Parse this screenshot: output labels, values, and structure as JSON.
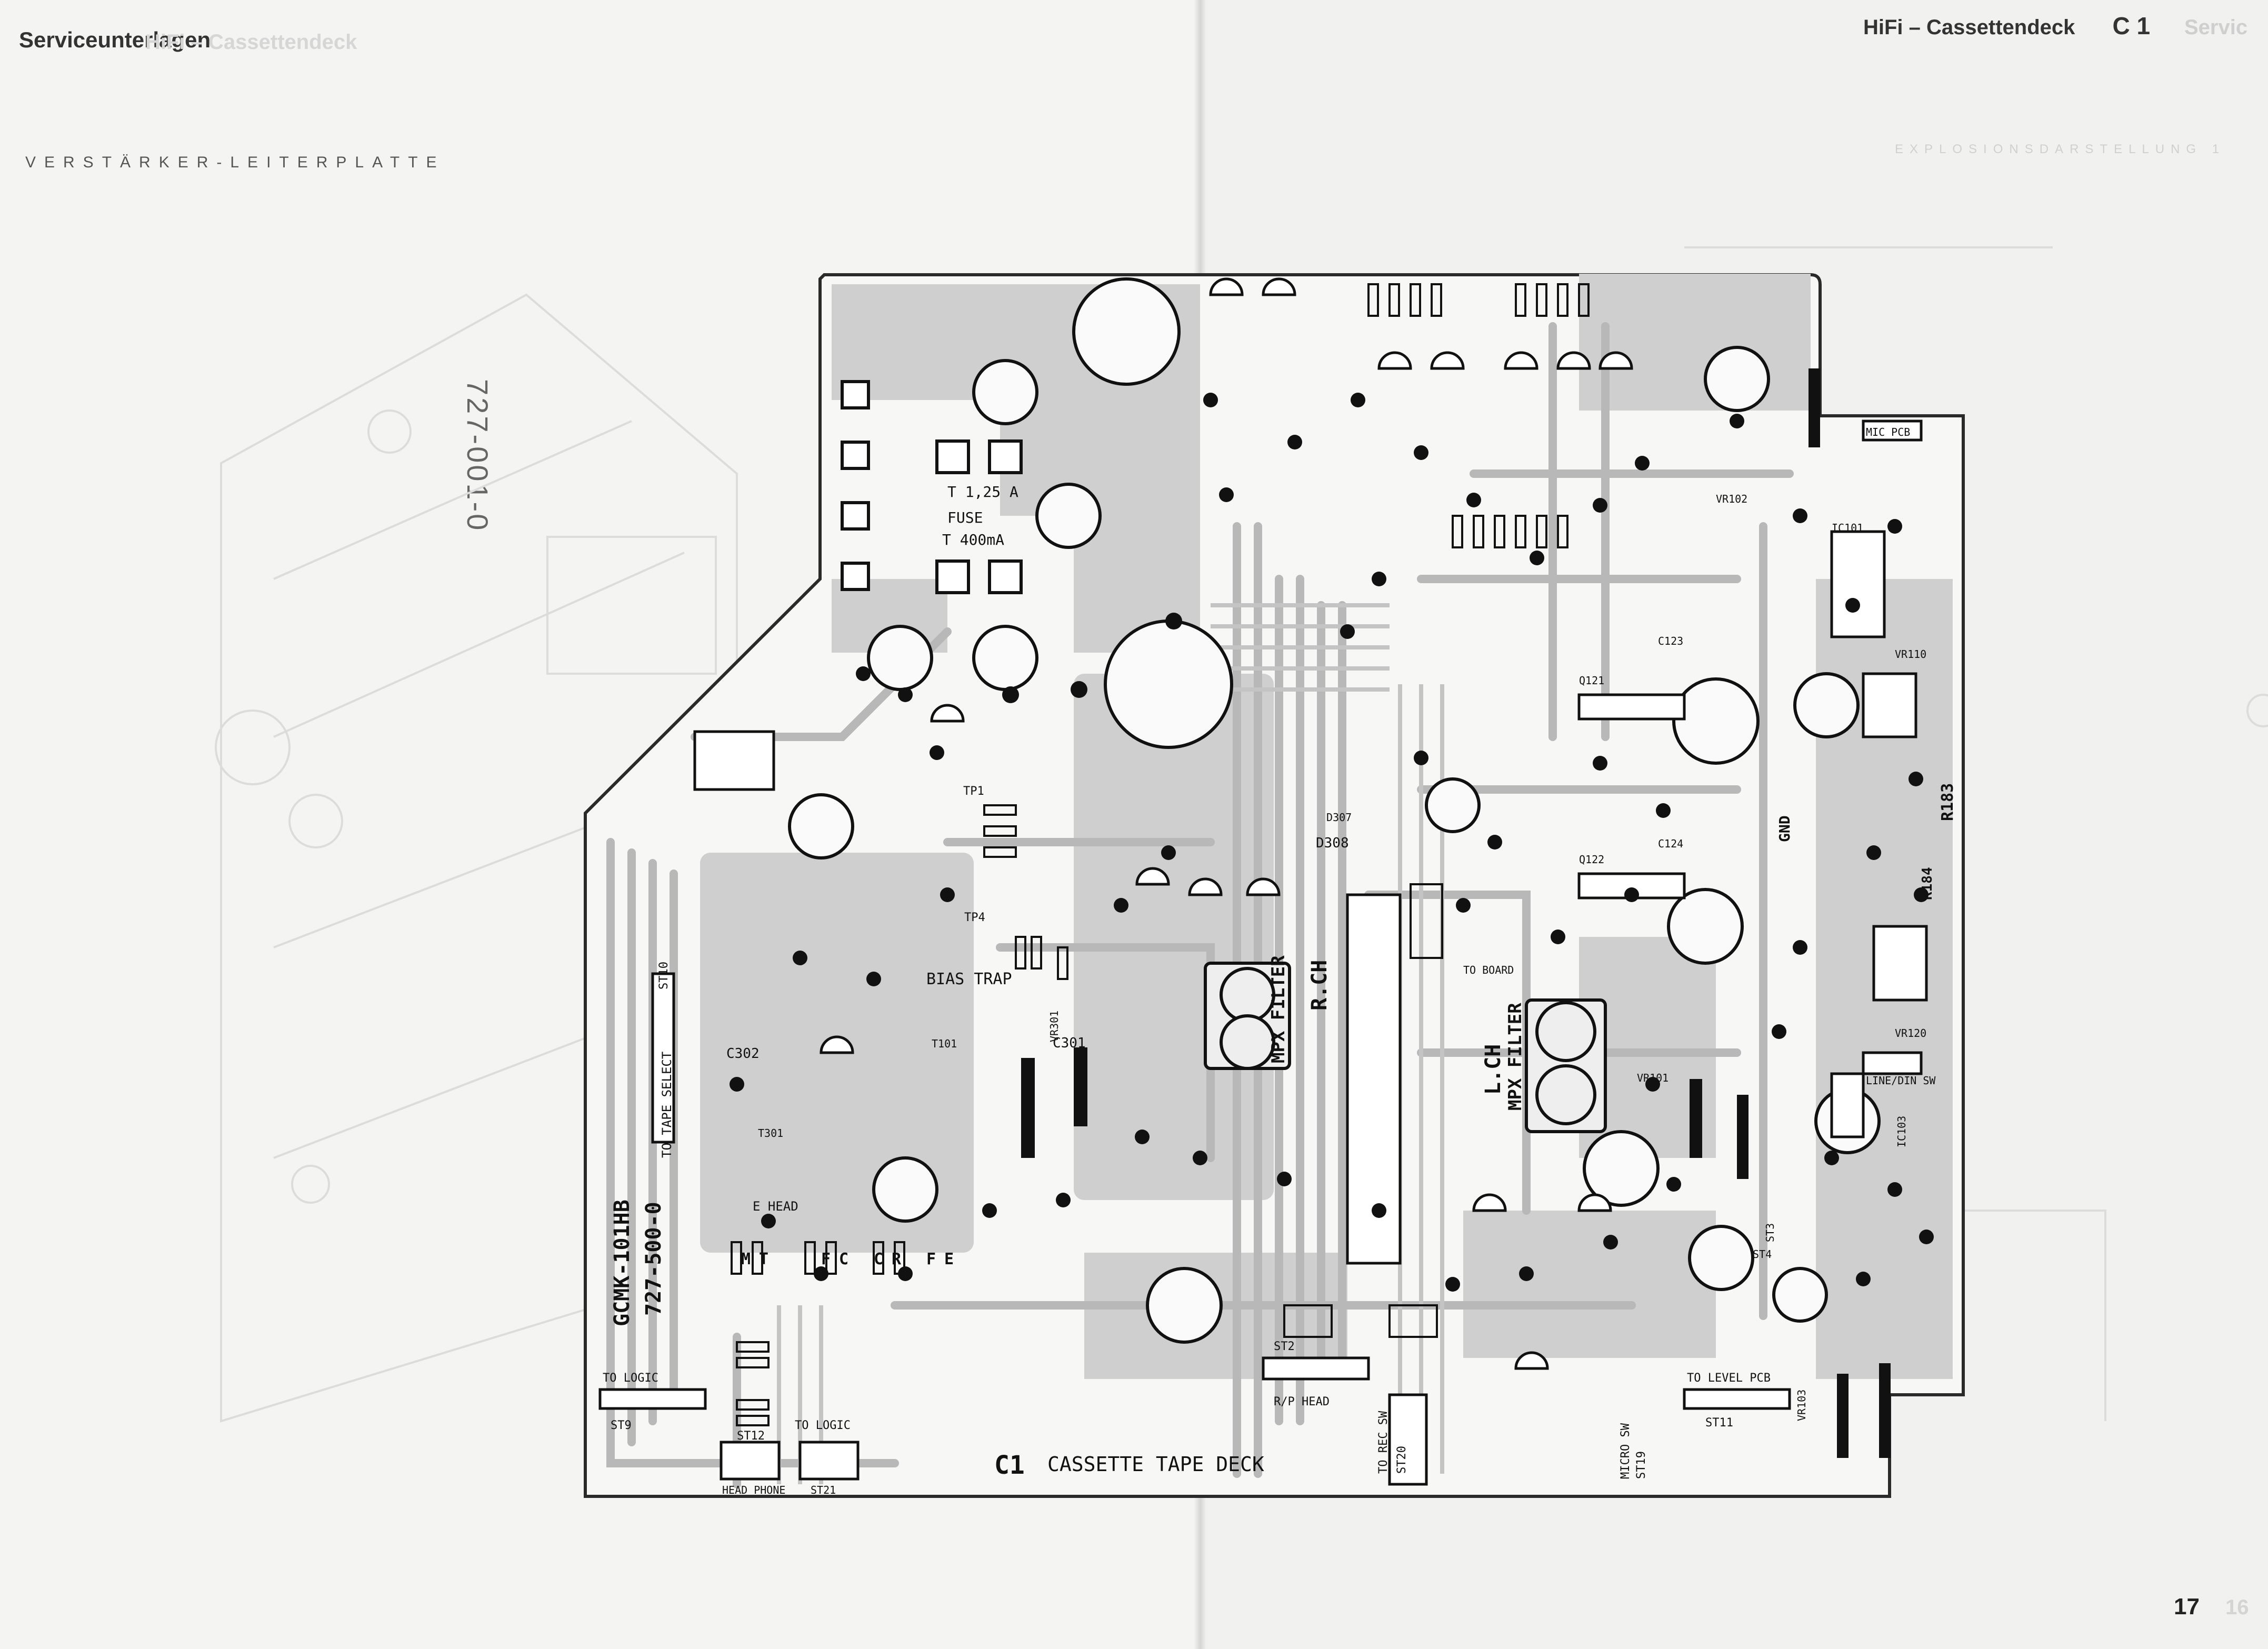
{
  "header": {
    "left_title": "Serviceunterlagen",
    "left_ghost": "HiFi – Cassettendeck",
    "right_title": "HiFi – Cassettendeck",
    "right_section": "C 1",
    "right_ghost": "Servic"
  },
  "subtitle": "VERSTÄRKER-LEITERPLATTE",
  "ghost_caption": "EXPLOSIONSDARSTELLUNG 1",
  "page_number": "17",
  "page_number_ghost": "16",
  "drawing_code": "727-001-0",
  "board": {
    "title": "C1",
    "name": "CASSETTE TAPE DECK",
    "part_no": "GCMK-101HB",
    "part_code": "727-500-0",
    "fuse_label": "FUSE",
    "fuse_1": "T 1,25  A",
    "fuse_2": "T 400mA",
    "bias_trap": "BIAS TRAP",
    "mpx_filter": "MPX FILTER",
    "r_ch": "R.CH",
    "l_ch": "L.CH",
    "e_head": "E HEAD",
    "tape_select": "TO TAPE SELECT",
    "st10": "ST10",
    "mt": "MT",
    "fc": "FC",
    "cr": "CR",
    "fe": "FE",
    "to_logic_1": "TO LOGIC",
    "st9": "ST9",
    "to_logic_2": "TO LOGIC",
    "st12": "ST12",
    "head_phone": "HEAD PHONE",
    "st21": "ST21",
    "rp_head": "R/P HEAD",
    "st2": "ST2",
    "st20": "ST20",
    "to_rec_sw": "TO REC SW",
    "micro_sw": "MICRO SW",
    "st19": "ST19",
    "to_level_pcb": "TO LEVEL PCB",
    "st11": "ST11",
    "mic_pcb": "MIC PCB",
    "line_din_sw": "LINE/DIN SW",
    "gnd": "GND",
    "to_board": "TO BOARD",
    "vr102": "VR102",
    "vr101": "VR101",
    "vr103": "VR103",
    "vr110": "VR110",
    "vr120": "VR120",
    "vr301": "VR301",
    "ic101": "IC101",
    "ic103": "IC103",
    "d308": "D308",
    "d307": "D307",
    "c301": "C301",
    "c302": "C302",
    "tp1": "TP1",
    "tp4": "TP4",
    "t101": "T101",
    "t301": "T301",
    "st4": "ST4",
    "st3": "ST3",
    "r183": "R183",
    "r184": "R184",
    "q121": "Q121",
    "q122": "Q122",
    "c123": "C123",
    "c124": "C124"
  },
  "colors": {
    "copper": "#c9c9c9",
    "trace": "#b5b5b5",
    "ink": "#111111",
    "outline": "#2a2a2a"
  }
}
